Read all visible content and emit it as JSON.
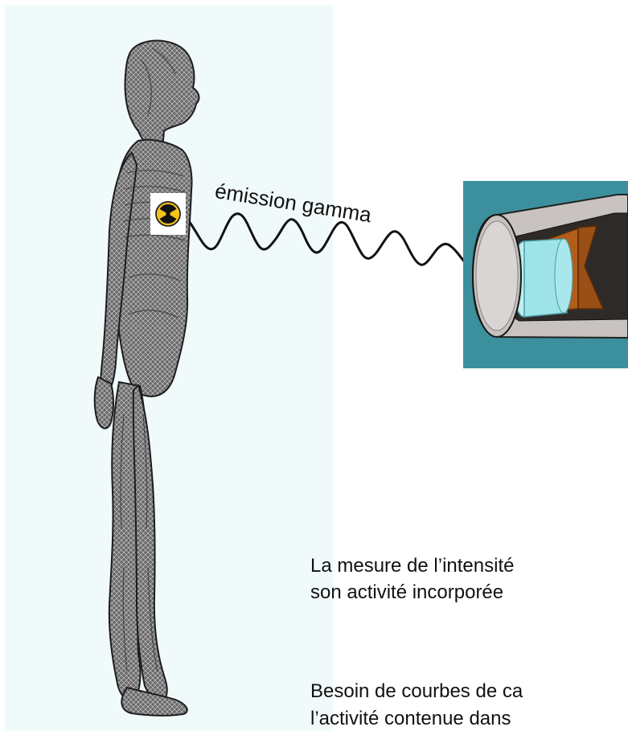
{
  "diagram": {
    "emission_label": "émission gamma",
    "source_icon": "radiation-hazard-icon",
    "body_figure": "human-mesh-figure",
    "detector_figure": "detector-cutaway"
  },
  "caption": {
    "line1": "La mesure de l’intensité",
    "line2": "son activité incorporée",
    "line3": "Besoin de courbes de ca",
    "line4": "l’activité contenue dans"
  },
  "colors": {
    "panel_bg": "#f1fafa",
    "detector_bg": "#3c8f9c",
    "crystal": "#bdeef0",
    "housing": "#c6c1bf",
    "inner": "#b35d1a",
    "radiation_yellow": "#f6c31b"
  }
}
